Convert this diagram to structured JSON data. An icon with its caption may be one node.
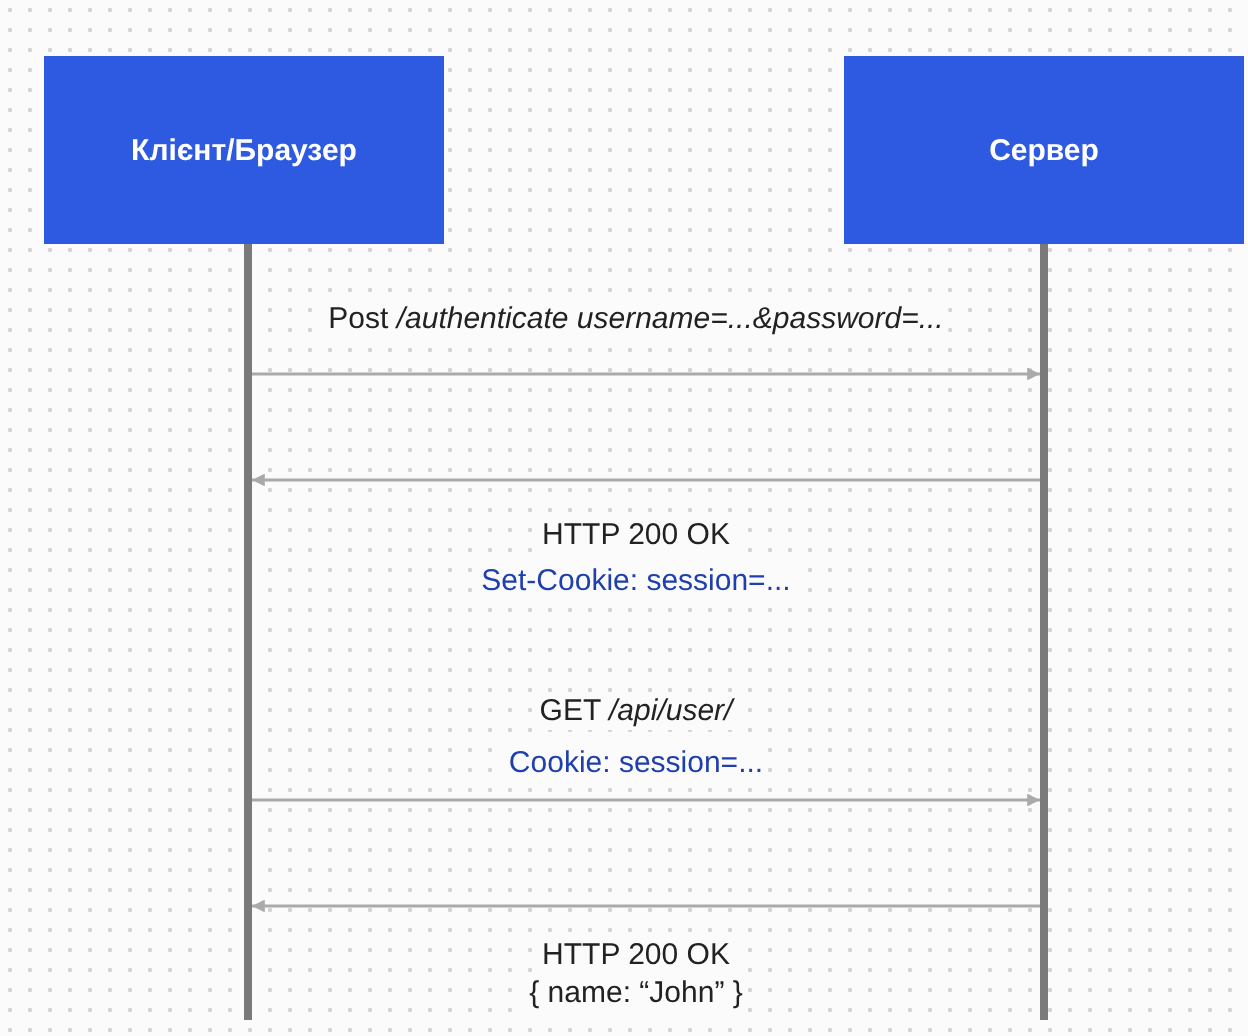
{
  "diagram": {
    "nodes": [
      {
        "text": [
          "Клієнт/Браузер"
        ]
      },
      {
        "text": [
          "Сервер"
        ]
      }
    ],
    "edges": [
      {
        "from": 0,
        "to": 1,
        "arrow": "to",
        "label": "Post */authenticate username=...&password=...*"
      },
      {
        "from": 1,
        "to": 0,
        "arrow": "to",
        "label": "HTTP 200 OK"
      },
      {
        "from": 0,
        "to": 1,
        "arrow": "to",
        "label": "GET */api/user/*"
      },
      {
        "from": 1,
        "to": 0,
        "arrow": "to",
        "label": "HTTP 200 OK"
      }
    ],
    "labels": [
      "Set-Cookie: session=...",
      "Cookie: session=...",
      "{ name: “John” }"
    ]
  }
}
